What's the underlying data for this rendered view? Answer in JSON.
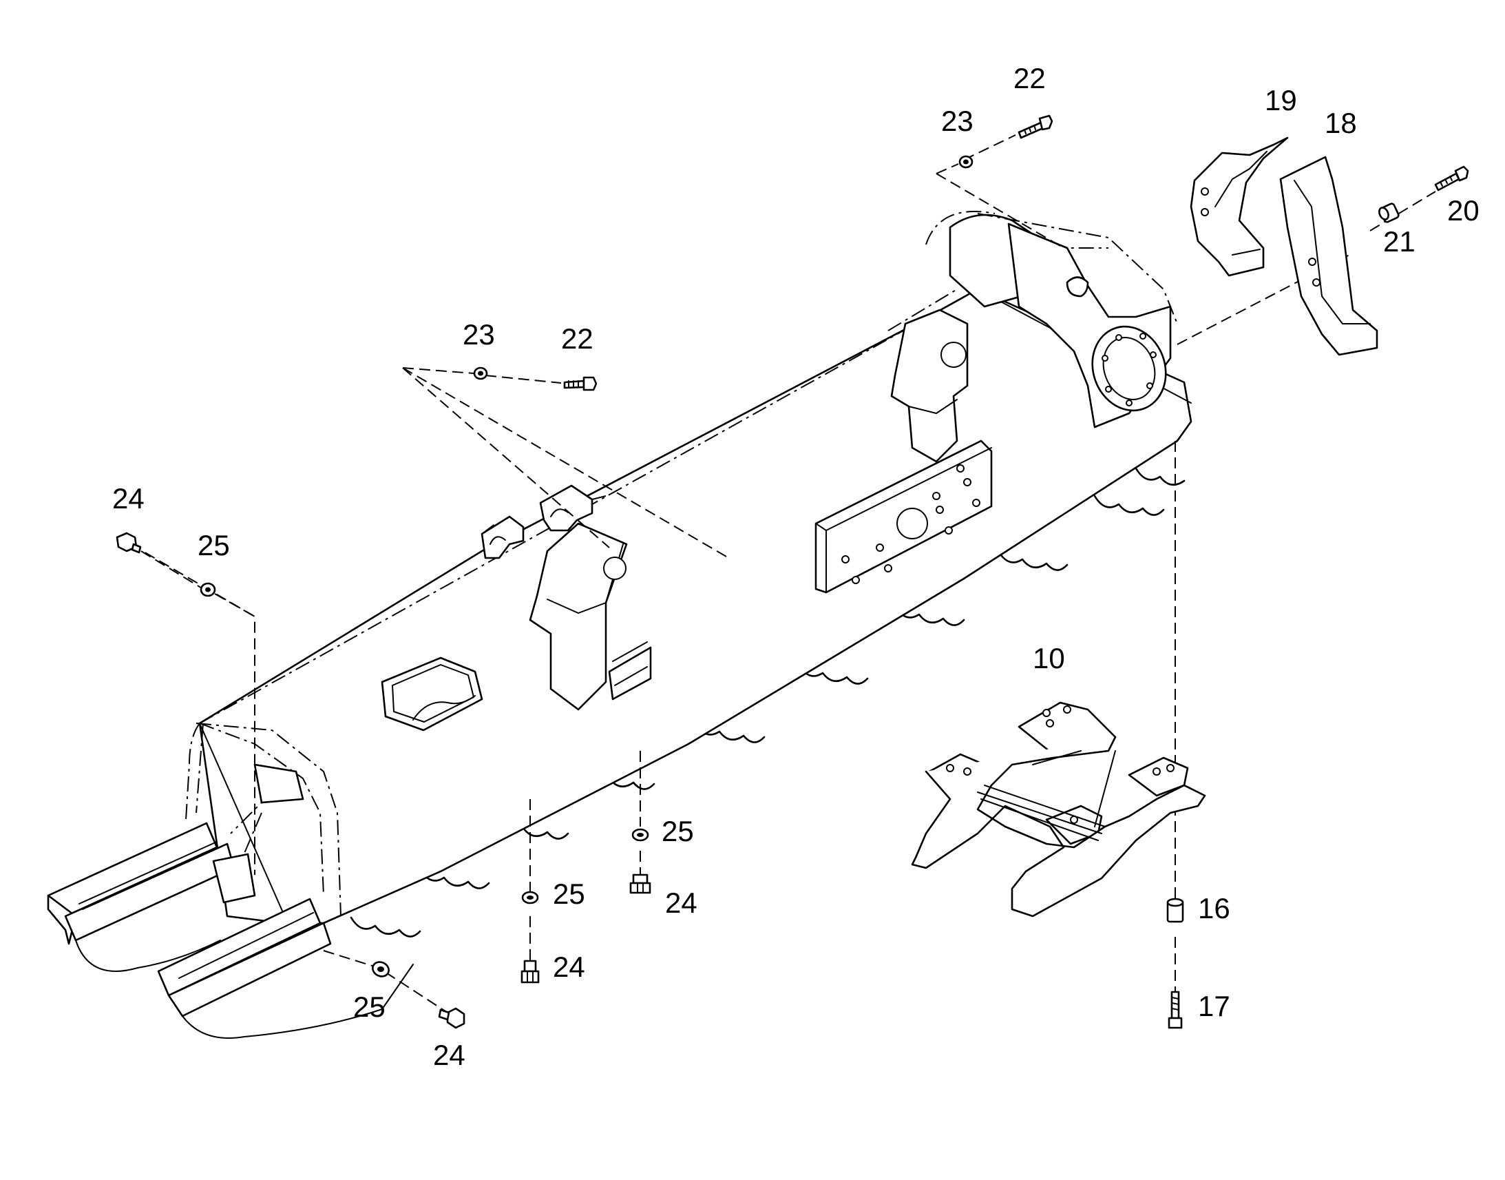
{
  "diagram": {
    "type": "exploded parts diagram",
    "callouts": [
      {
        "id": "c22a",
        "label": "22"
      },
      {
        "id": "c23a",
        "label": "23"
      },
      {
        "id": "c19",
        "label": "19"
      },
      {
        "id": "c18",
        "label": "18"
      },
      {
        "id": "c20",
        "label": "20"
      },
      {
        "id": "c21",
        "label": "21"
      },
      {
        "id": "c23b",
        "label": "23"
      },
      {
        "id": "c22b",
        "label": "22"
      },
      {
        "id": "c24a",
        "label": "24"
      },
      {
        "id": "c25a",
        "label": "25"
      },
      {
        "id": "c10",
        "label": "10"
      },
      {
        "id": "c25b",
        "label": "25"
      },
      {
        "id": "c24b",
        "label": "24"
      },
      {
        "id": "c25c",
        "label": "25"
      },
      {
        "id": "c24c",
        "label": "24"
      },
      {
        "id": "c16",
        "label": "16"
      },
      {
        "id": "c17",
        "label": "17"
      },
      {
        "id": "c25d",
        "label": "25"
      },
      {
        "id": "c24d",
        "label": "24"
      }
    ]
  }
}
